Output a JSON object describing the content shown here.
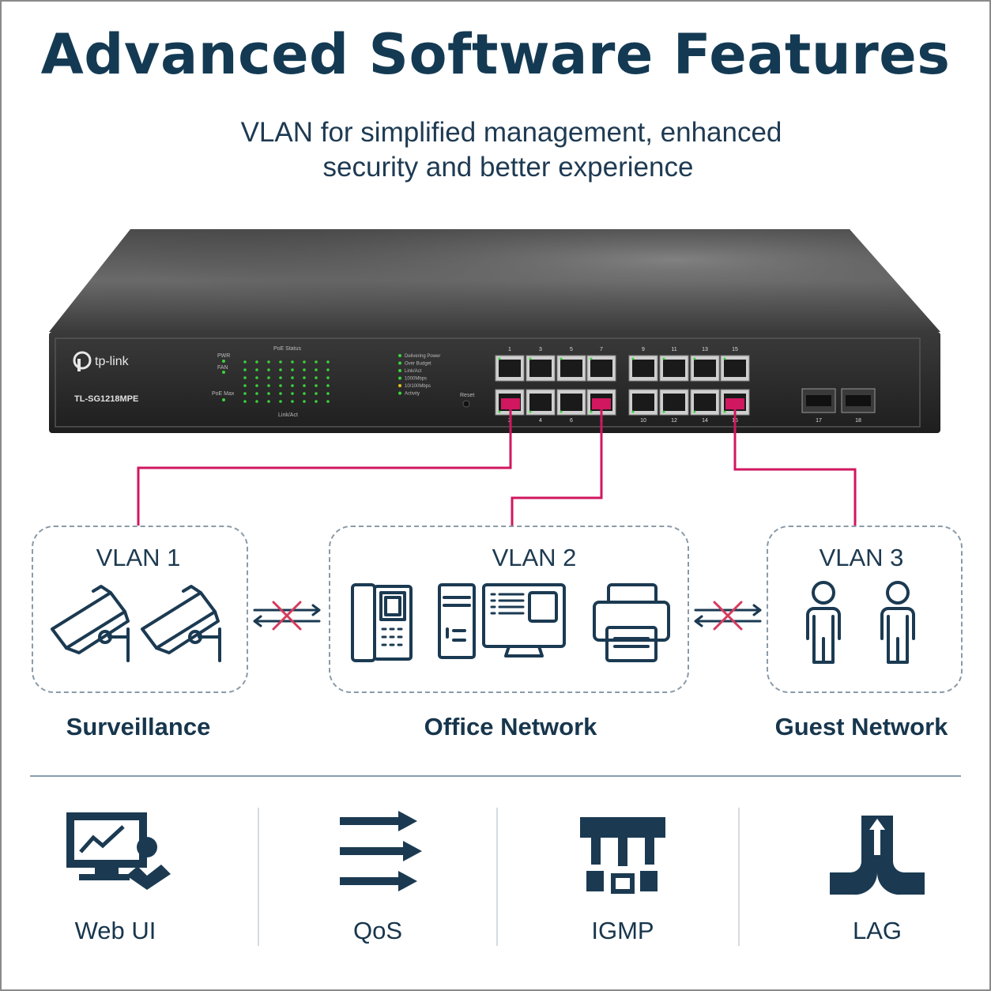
{
  "title": "Advanced Software Features",
  "subtitle": {
    "line1": "VLAN for simplified management, enhanced",
    "line2": "security and better experience"
  },
  "device": {
    "brand": "tp-link",
    "model": "TL-SG1218MPE",
    "panel_labels": {
      "pwr": "PWR",
      "fan": "FAN",
      "poe_max": "PoE Max",
      "poe_status": "PoE Status",
      "link_act": "Link/Act",
      "reset": "Reset"
    },
    "legend": [
      "Delivering Power",
      "Over Budget",
      "Link/Act",
      "1000Mbps",
      "10/100Mbps",
      "Activity"
    ],
    "top_port_numbers": [
      "1",
      "3",
      "5",
      "7",
      "9",
      "11",
      "13",
      "15"
    ],
    "bottom_port_numbers": [
      "2",
      "4",
      "6",
      "8",
      "10",
      "12",
      "14",
      "16"
    ],
    "sfp_port_numbers": [
      "17",
      "18"
    ]
  },
  "vlans": [
    {
      "title": "VLAN 1",
      "caption": "Surveillance",
      "icons": [
        "security-camera-icon",
        "security-camera-icon"
      ]
    },
    {
      "title": "VLAN 2",
      "caption": "Office Network",
      "icons": [
        "ip-phone-icon",
        "desktop-computer-icon",
        "printer-icon"
      ]
    },
    {
      "title": "VLAN 3",
      "caption": "Guest Network",
      "icons": [
        "person-icon",
        "person-icon"
      ]
    }
  ],
  "features": [
    {
      "label": "Web UI",
      "icon": "web-ui-icon"
    },
    {
      "label": "QoS",
      "icon": "qos-arrows-icon"
    },
    {
      "label": "IGMP",
      "icon": "igmp-icon"
    },
    {
      "label": "LAG",
      "icon": "lag-icon"
    }
  ],
  "colors": {
    "heading": "#143a53",
    "accent_link": "#d0175f",
    "icon": "#1b3a52",
    "blocked_x": "#d63a5c",
    "switch_body": "#2b2b2b"
  }
}
